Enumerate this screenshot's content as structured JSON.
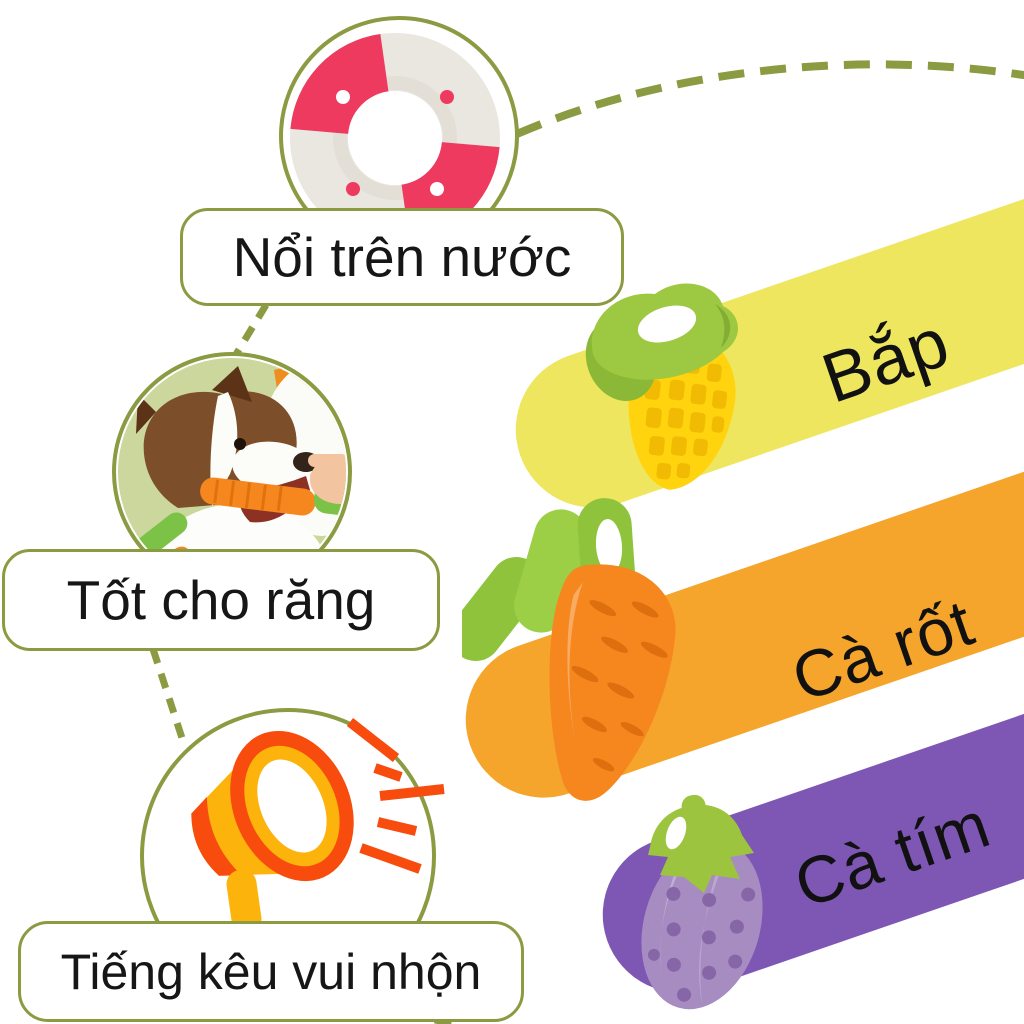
{
  "colors": {
    "outline_green": "#8a9b41",
    "text_black": "#111111",
    "lifebuoy_pink": "#ee3a5f",
    "megaphone_red": "#f84b0e",
    "megaphone_yellow": "#fcb30b",
    "toy_leaf_green": "#9cc43f"
  },
  "features": [
    {
      "label": "Nổi trên nước",
      "icon": "lifebuoy-icon"
    },
    {
      "label": "Tốt cho răng",
      "icon": "dog-chewing-toy-photo"
    },
    {
      "label": "Tiếng kêu vui nhộn",
      "icon": "megaphone-icon"
    }
  ],
  "products": [
    {
      "name": "Bắp",
      "banner_color": "#efe65f",
      "icon": "corn-toy-icon"
    },
    {
      "name": "Cà rốt",
      "banner_color": "#f5a52b",
      "icon": "carrot-toy-icon"
    },
    {
      "name": "Cà tím",
      "banner_color": "#7e57b5",
      "icon": "eggplant-toy-icon"
    }
  ]
}
